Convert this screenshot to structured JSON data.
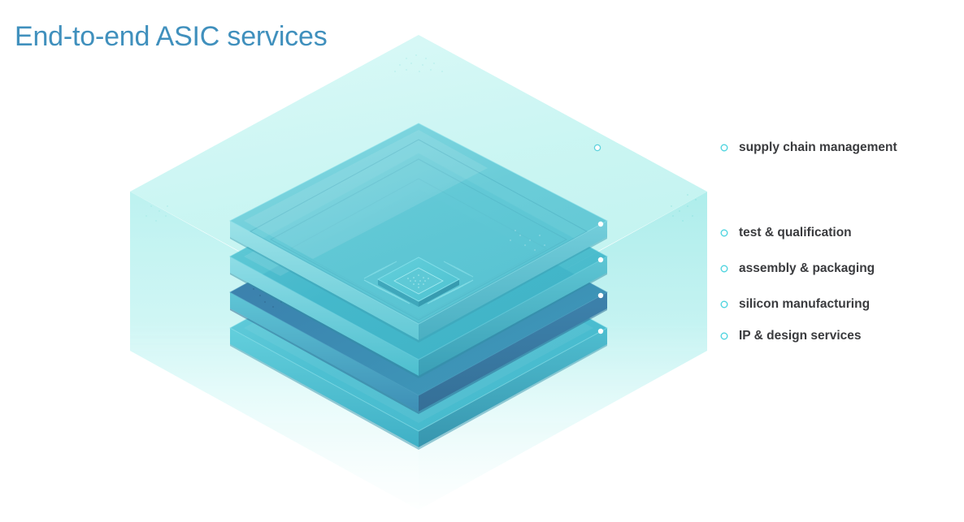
{
  "title": "End-to-end ASIC services",
  "colors": {
    "title": "#4090bd",
    "label_text": "#3a3b3e",
    "connector": "#5fd8e0",
    "envelope": "#aaf0ee",
    "plate_light": "#6fd7dd",
    "plate_mid": "#4fc3d3",
    "plate_dark": "#3f87b0",
    "background": "#ffffff"
  },
  "diagram": {
    "type": "isometric-layer-stack",
    "description": "Translucent isometric box enclosing four stacked semiconductor layers with a chip die on the top layer",
    "envelope_label": "supply chain management",
    "layers": [
      {
        "id": "layer-test",
        "label": "test & qualification",
        "order": 1
      },
      {
        "id": "layer-assembly",
        "label": "assembly & packaging",
        "order": 2
      },
      {
        "id": "layer-silicon",
        "label": "silicon manufacturing",
        "order": 3
      },
      {
        "id": "layer-ip",
        "label": "IP & design services",
        "order": 4
      }
    ]
  },
  "callouts": [
    {
      "id": "callout-supply-chain",
      "label": "supply chain management",
      "anchor": "envelope"
    },
    {
      "id": "callout-test",
      "label": "test & qualification",
      "anchor": "layer-test"
    },
    {
      "id": "callout-assembly",
      "label": "assembly & packaging",
      "anchor": "layer-assembly"
    },
    {
      "id": "callout-silicon",
      "label": "silicon manufacturing",
      "anchor": "layer-silicon"
    },
    {
      "id": "callout-ip",
      "label": "IP & design services",
      "anchor": "layer-ip"
    }
  ]
}
